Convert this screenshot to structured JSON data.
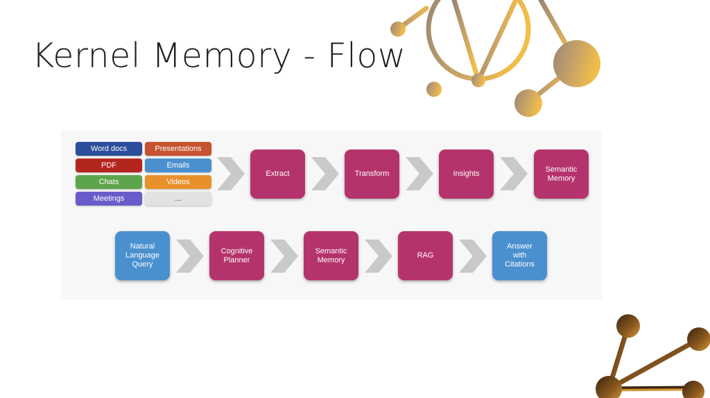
{
  "slide": {
    "title": "Kernel Memory - Flow"
  },
  "sources": [
    {
      "label": "Word docs",
      "color": "#2b4d9b"
    },
    {
      "label": "Presentations",
      "color": "#c65330"
    },
    {
      "label": "PDF",
      "color": "#b3261e"
    },
    {
      "label": "Emails",
      "color": "#4a90cf"
    },
    {
      "label": "Chats",
      "color": "#5da54c"
    },
    {
      "label": "Videos",
      "color": "#e8912c"
    },
    {
      "label": "Meetings",
      "color": "#6a5bcb"
    },
    {
      "label": "...",
      "color": "#e2e2e2"
    }
  ],
  "ingestion_flow": [
    {
      "label": "Extract",
      "color": "#b5336c"
    },
    {
      "label": "Transform",
      "color": "#b5336c"
    },
    {
      "label": "Insights",
      "color": "#b5336c"
    },
    {
      "label": "Semantic\nMemory",
      "color": "#b5336c"
    }
  ],
  "query_flow": [
    {
      "label": "Natural\nLanguage\nQuery",
      "color": "#4a90cf"
    },
    {
      "label": "Cognitive\nPlanner",
      "color": "#b5336c"
    },
    {
      "label": "Semantic\nMemory",
      "color": "#b5336c"
    },
    {
      "label": "RAG",
      "color": "#b5336c"
    },
    {
      "label": "Answer\nwith\nCitations",
      "color": "#4a90cf"
    }
  ],
  "colors": {
    "arrow": "#c9c9c9",
    "decor_light": "#e2b552",
    "decor_dark": "#4a2c10"
  }
}
